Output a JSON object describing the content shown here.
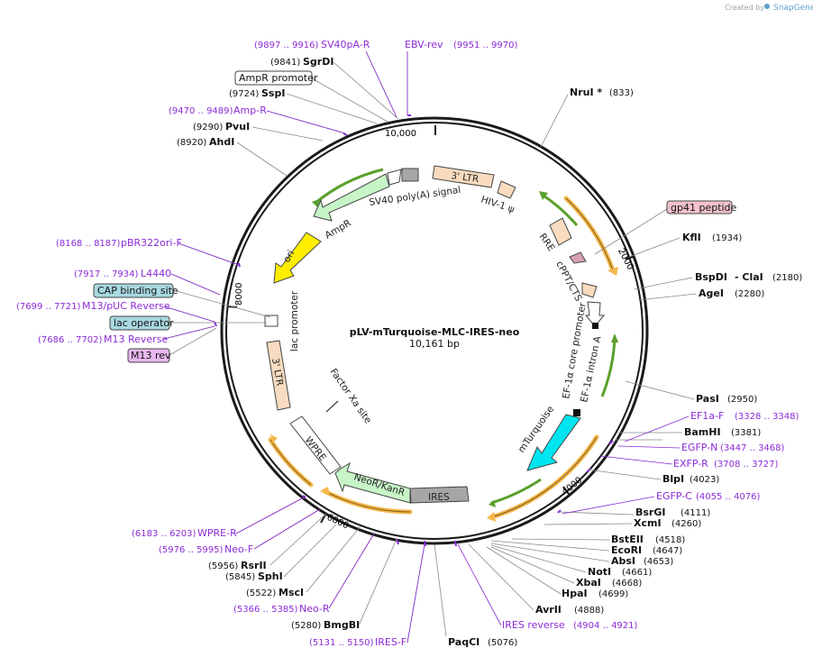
{
  "credit": {
    "text": "Created by",
    "brand": "SnapGene"
  },
  "map": {
    "title": "pLV-mTurquoise-MLC-IRES-neo",
    "subtitle": "10,161 bp"
  },
  "ruler": [
    "10,000",
    "2000",
    "4000",
    "6000",
    "8000"
  ],
  "features": {
    "ltr3_top": "3' LTR",
    "hiv_psi": "HIV-1 ψ",
    "sv40": "SV40 poly(A) signal",
    "ampr": "AmpR",
    "ori": "ori",
    "lac": "lac promoter",
    "ltr3_left": "3' LTR",
    "factor_xa": "Factor Xa site",
    "wpre": "WPRE",
    "neo": "NeoR/KanR",
    "ires": "IRES",
    "mturq": "mTurquoise",
    "ef1a_core": "EF-1α core promoter",
    "ef1a_intron": "EF-1α intron A",
    "cppt": "cPPT/CTS",
    "rre": "RRE"
  },
  "left_labels": {
    "sv40pa_r": {
      "pos": "(9897 .. 9916)",
      "name": "SV40pA-R"
    },
    "ebv_rev": {
      "pos": "(9951 .. 9970)",
      "name": "EBV-rev"
    },
    "sgrdi": {
      "pos": "(9841)",
      "name": "SgrDI"
    },
    "ampr_promoter": {
      "name": "AmpR promoter"
    },
    "sspi": {
      "pos": "(9724)",
      "name": "SspI"
    },
    "amp_r": {
      "pos": "(9470 .. 9489)",
      "name": "Amp-R"
    },
    "pvui": {
      "pos": "(9290)",
      "name": "PvuI"
    },
    "ahdi": {
      "pos": "(8920)",
      "name": "AhdI"
    },
    "pbr322": {
      "pos": "(8168 .. 8187)",
      "name": "pBR322ori-F"
    },
    "l4440": {
      "pos": "(7917 .. 7934)",
      "name": "L4440"
    },
    "cap": {
      "name": "CAP binding site"
    },
    "m13puc": {
      "pos": "(7699 .. 7721)",
      "name": "M13/pUC Reverse"
    },
    "lacop": {
      "name": "lac operator"
    },
    "m13rev": {
      "pos": "(7686 .. 7702)",
      "name": "M13 Reverse"
    },
    "m13rev_box": {
      "name": "M13 rev"
    },
    "wpre_r": {
      "pos": "(6183 .. 6203)",
      "name": "WPRE-R"
    },
    "neo_f": {
      "pos": "(5976 .. 5995)",
      "name": "Neo-F"
    },
    "rsrii": {
      "pos": "(5956)",
      "name": "RsrII"
    },
    "sphi": {
      "pos": "(5845)",
      "name": "SphI"
    },
    "msci": {
      "pos": "(5522)",
      "name": "MscI"
    },
    "neo_r": {
      "pos": "(5366 .. 5385)",
      "name": "Neo-R"
    },
    "bmgbi": {
      "pos": "(5280)",
      "name": "BmgBI"
    },
    "ires_f": {
      "pos": "(5131 .. 5150)",
      "name": "IRES-F"
    },
    "paqci": {
      "pos": "(5076)",
      "name": "PaqCI"
    }
  },
  "right_labels": {
    "nrui": {
      "name": "NruI *",
      "pos": "(833)"
    },
    "gp41": {
      "name": "gp41 peptide"
    },
    "kfli": {
      "name": "KflI",
      "pos": "(1934)"
    },
    "bspdi": {
      "name": "BspDI",
      "sep": "- ClaI",
      "pos": "(2180)"
    },
    "agei": {
      "name": "AgeI",
      "pos": "(2280)"
    },
    "pasi": {
      "name": "PasI",
      "pos": "(2950)"
    },
    "ef1a_f": {
      "name": "EF1a-F",
      "pos": "(3328 .. 3348)"
    },
    "bamhi": {
      "name": "BamHI",
      "pos": "(3381)"
    },
    "egfp_n": {
      "name": "EGFP-N",
      "pos": "(3447 .. 3468)"
    },
    "exfp_r": {
      "name": "EXFP-R",
      "pos": "(3708 .. 3727)"
    },
    "blpi": {
      "name": "BlpI",
      "pos": "(4023)"
    },
    "egfp_c": {
      "name": "EGFP-C",
      "pos": "(4055 .. 4076)"
    },
    "bsrgi": {
      "name": "BsrGI",
      "pos": "(4111)"
    },
    "xcmi": {
      "name": "XcmI",
      "pos": "(4260)"
    },
    "bsteii": {
      "name": "BstEII",
      "pos": "(4518)"
    },
    "ecori": {
      "name": "EcoRI",
      "pos": "(4647)"
    },
    "absi": {
      "name": "AbsI",
      "pos": "(4653)"
    },
    "noti": {
      "name": "NotI",
      "pos": "(4661)"
    },
    "xbai": {
      "name": "XbaI",
      "pos": "(4668)"
    },
    "hpai": {
      "name": "HpaI",
      "pos": "(4699)"
    },
    "avrii": {
      "name": "AvrII",
      "pos": "(4888)"
    },
    "ires_rev": {
      "name": "IRES reverse",
      "pos": "(4904 .. 4921)"
    }
  },
  "colors": {
    "backbone": "#1a1a1a",
    "primer": "#8b2bd6",
    "ltr": "#f9dcbf",
    "ampr": "#c8f5c8",
    "ori": "#ffee00",
    "mturq": "#00e6f0",
    "ires": "#a6a6a6",
    "neo": "#c8f5c8",
    "orf": "#f5b74a",
    "promoter": "#ffffff",
    "cap_box": "#a8d8e0",
    "gp41_box": "#f2c2cc",
    "m13_box": "#e8b8f0"
  }
}
